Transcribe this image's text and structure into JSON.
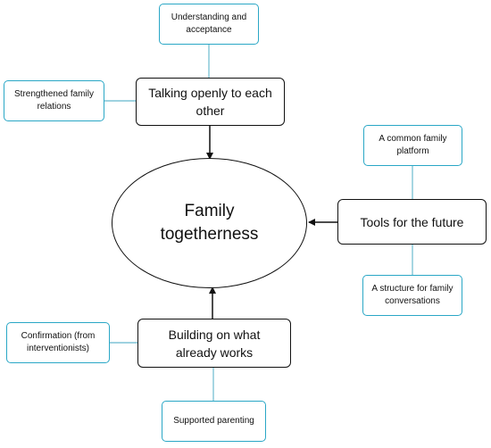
{
  "center": {
    "label": "Family togetherness"
  },
  "main_nodes": {
    "talking": "Talking openly to each other",
    "tools": "Tools for the future",
    "building": "Building on what already works"
  },
  "sub_nodes": {
    "understanding": "Understanding and acceptance",
    "strengthened": "Strengthened family relations",
    "common_platform": "A common family platform",
    "structure": "A structure for family conversations",
    "confirmation": "Confirmation (from interventionists)",
    "supported": "Supported parenting"
  },
  "colors": {
    "main_border": "#111111",
    "sub_border": "#2aa7c6",
    "sub_connector": "#7fc4d6",
    "arrow": "#111111"
  }
}
